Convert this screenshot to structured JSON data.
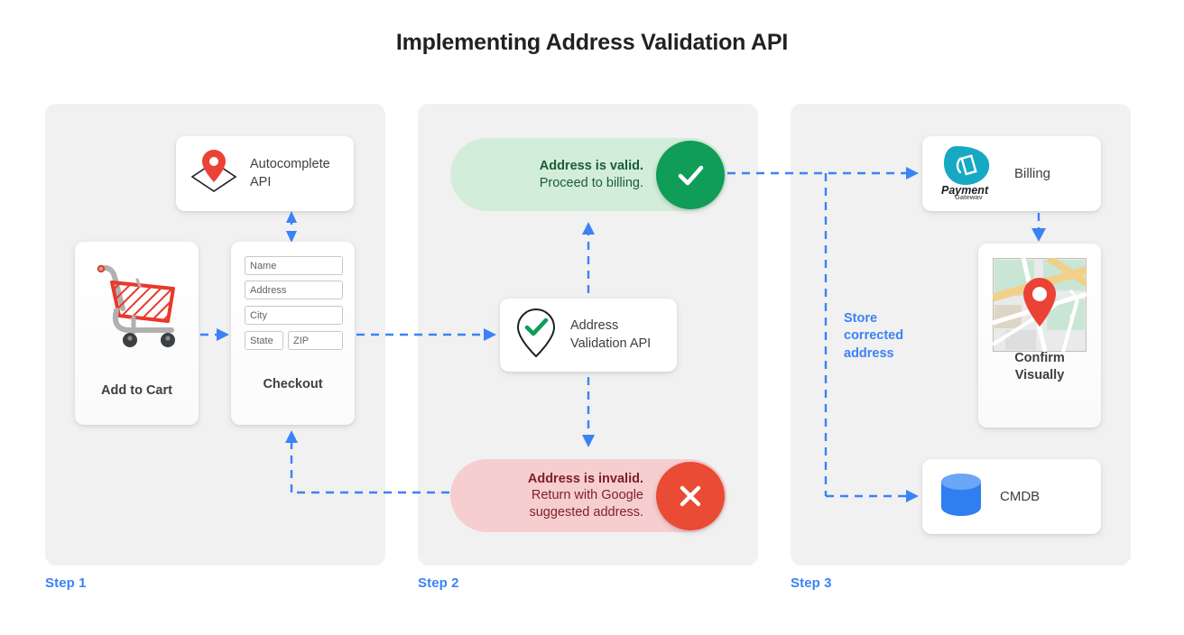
{
  "title": "Implementing Address Validation API",
  "colors": {
    "accent_blue": "#3b82f6",
    "panel_bg": "#f1f1f1",
    "valid_green": "#0f9d58",
    "valid_pill_bg": "#d3eddb",
    "invalid_red": "#ea4b35",
    "invalid_pill_bg": "#f7ced0",
    "text_dark": "#3c4043"
  },
  "steps": [
    {
      "label": "Step 1"
    },
    {
      "label": "Step 2"
    },
    {
      "label": "Step 3"
    }
  ],
  "step1": {
    "autocomplete": {
      "label_line1": "Autocomplete",
      "label_line2": "API",
      "icon": "map-pin-diamond-icon"
    },
    "cart": {
      "caption": "Add to Cart",
      "icon": "shopping-cart-icon"
    },
    "checkout": {
      "caption": "Checkout",
      "fields": [
        {
          "name": "name-field",
          "placeholder": "Name"
        },
        {
          "name": "address-field",
          "placeholder": "Address"
        },
        {
          "name": "city-field",
          "placeholder": "City"
        },
        {
          "name": "state-field",
          "placeholder": "State"
        },
        {
          "name": "zip-field",
          "placeholder": "ZIP"
        }
      ]
    }
  },
  "step2": {
    "valid": {
      "title": "Address is valid.",
      "subtitle": "Proceed to billing.",
      "badge_icon": "check-icon"
    },
    "invalid": {
      "title": "Address is invalid.",
      "subtitle_line1": "Return with Google",
      "subtitle_line2": "suggested address.",
      "badge_icon": "close-icon"
    },
    "validation_api": {
      "label_line1": "Address",
      "label_line2": "Validation API",
      "icon": "pin-check-icon"
    }
  },
  "step3": {
    "billing": {
      "label": "Billing",
      "logo_line1": "Payment",
      "logo_line2": "Gateway",
      "icon": "payment-gateway-icon"
    },
    "map": {
      "caption_line1": "Confirm",
      "caption_line2": "Visually",
      "icon": "map-thumbnail-icon"
    },
    "cmdb": {
      "label": "CMDB",
      "icon": "database-icon"
    },
    "store_note": {
      "line1": "Store",
      "line2": "corrected",
      "line3": "address"
    }
  }
}
